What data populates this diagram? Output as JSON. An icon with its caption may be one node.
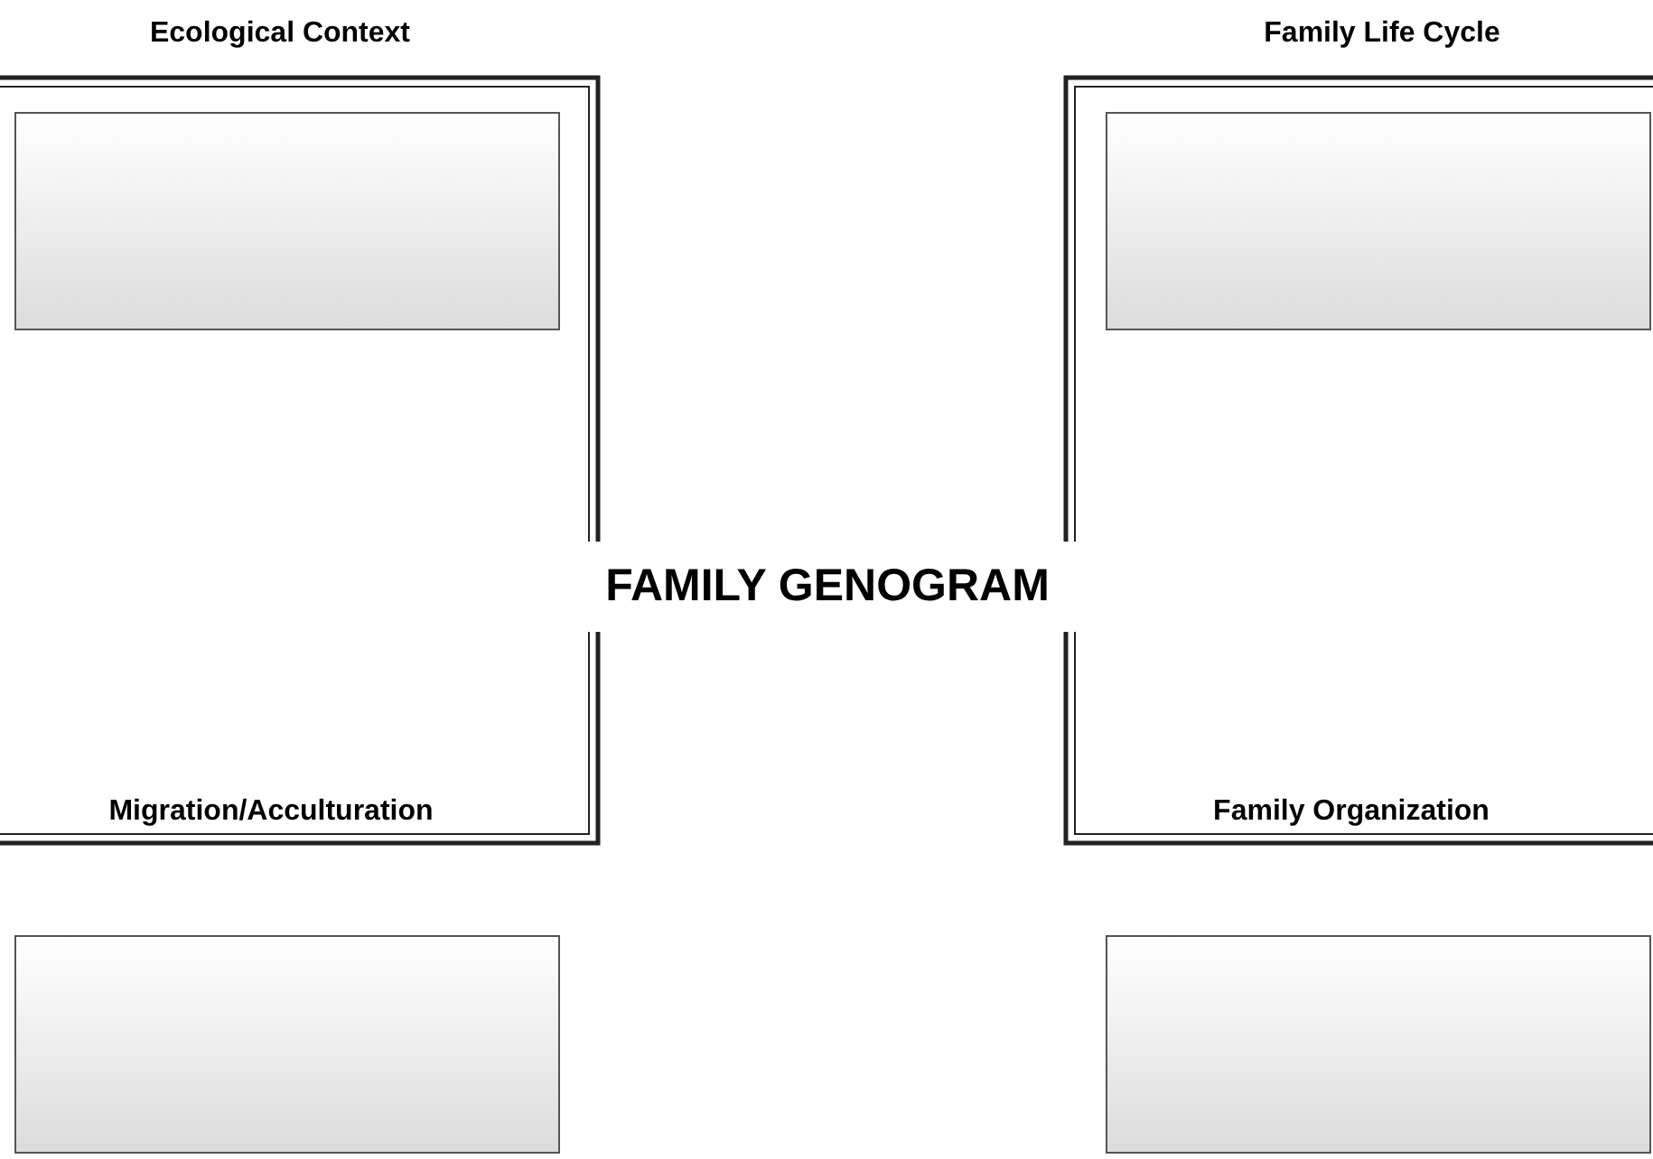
{
  "diagram": {
    "nodes": [
      {
        "text": [],
        "shape": "box",
        "beside": [
          "Ecological Context"
        ]
      },
      {
        "text": [],
        "shape": "box",
        "beside": [
          "Family Life Cycle"
        ]
      },
      {
        "text": [],
        "shape": "box",
        "beside": [
          "Migration/Acculturation"
        ]
      },
      {
        "text": [],
        "shape": "box",
        "beside": [
          "Family Organization"
        ]
      }
    ],
    "labels": [
      "FAMILY GENOGRAM"
    ]
  }
}
